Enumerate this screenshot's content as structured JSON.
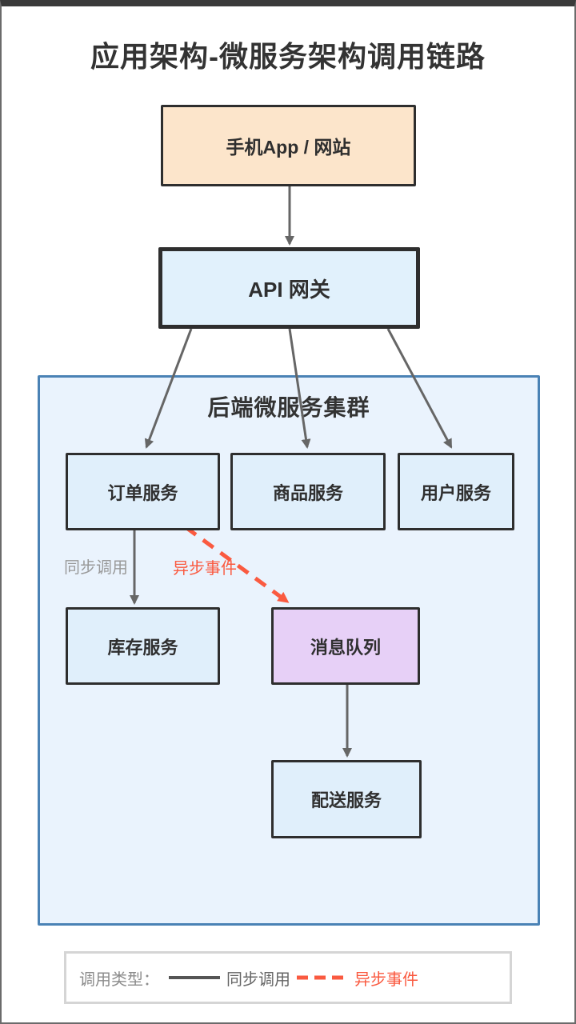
{
  "title": "应用架构-微服务架构调用链路",
  "nodes": {
    "client": {
      "label": "手机App / 网站"
    },
    "gateway": {
      "label": "API 网关"
    },
    "cluster": {
      "label": "后端微服务集群"
    },
    "order": {
      "label": "订单服务"
    },
    "product": {
      "label": "商品服务"
    },
    "user": {
      "label": "用户服务"
    },
    "inventory": {
      "label": "库存服务"
    },
    "queue": {
      "label": "消息队列"
    },
    "delivery": {
      "label": "配送服务"
    }
  },
  "edges": {
    "sync_label": "同步调用",
    "async_label": "异步事件"
  },
  "legend": {
    "title": "调用类型：",
    "sync_label": "同步调用",
    "async_label": "异步事件"
  },
  "colors": {
    "client_fill": "#FCE5CB",
    "gateway_fill": "#E1F1FC",
    "cluster_fill": "#EAF3FD",
    "cluster_border": "#4A82B5",
    "service_fill": "#E0EFFB",
    "queue_fill": "#E7D0F7",
    "box_border": "#2E2E2E",
    "sync_arrow": "#666666",
    "async_arrow": "#FA5A40",
    "sync_label_text": "#999999"
  }
}
